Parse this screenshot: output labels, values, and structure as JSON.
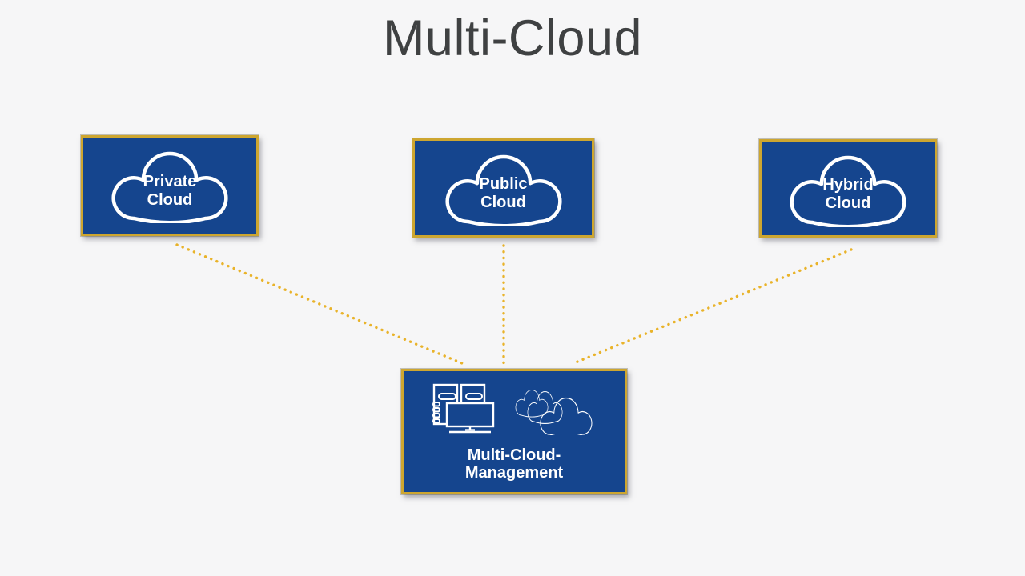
{
  "slide": {
    "title": "Multi-Cloud"
  },
  "cloud_nodes": [
    {
      "id": "private-cloud",
      "line1": "Private",
      "line2": "Cloud"
    },
    {
      "id": "public-cloud",
      "line1": "Public",
      "line2": "Cloud"
    },
    {
      "id": "hybrid-cloud",
      "line1": "Hybrid",
      "line2": "Cloud"
    }
  ],
  "management_node": {
    "line1": "Multi-Cloud-",
    "line2": "Management",
    "icons": [
      "servers-monitor-icon",
      "multi-cloud-icon"
    ]
  },
  "connections": [
    {
      "from": "private-cloud",
      "to": "management"
    },
    {
      "from": "public-cloud",
      "to": "management"
    },
    {
      "from": "hybrid-cloud",
      "to": "management"
    }
  ],
  "colors": {
    "background": "#f6f6f7",
    "node_blue": "#15458e",
    "border_gold": "#cda630",
    "connector_gold": "#e9b32a",
    "title_gray": "#3f4142",
    "label_white": "#ffffff"
  }
}
